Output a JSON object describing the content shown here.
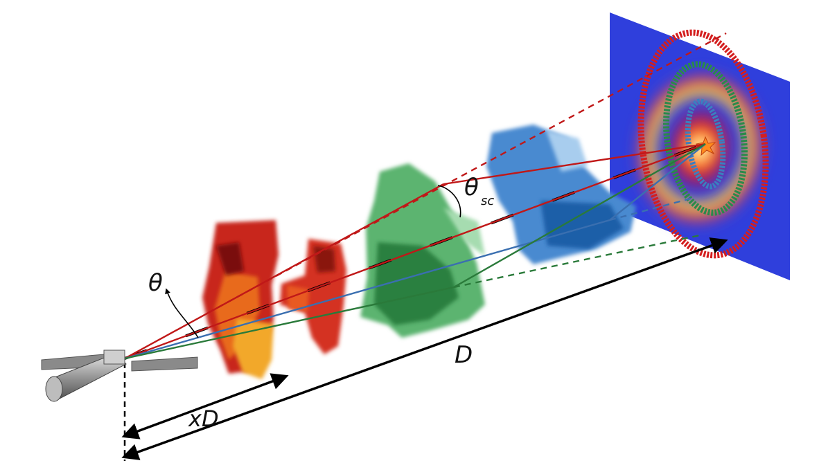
{
  "labels": {
    "theta": "θ",
    "theta_sc": "θ",
    "theta_sc_sub": "sc",
    "xD": "xD",
    "D": "D"
  },
  "colors": {
    "screen": "#2f3fdc",
    "red_ring": "#d41e1e",
    "green_ring": "#2a8a4a",
    "blue_ring": "#3a7fc0",
    "red_ray": "#c01818",
    "green_ray": "#2a7a3a",
    "blue_ray": "#3a6fb0",
    "dust_red": "#c8281c",
    "dust_orange": "#f0a020",
    "dust_green": "#3a9a50",
    "dust_blue": "#4a8ad0",
    "star": "#ff8a1e"
  },
  "icons": {
    "satellite": "telescope-satellite-icon",
    "source": "x-ray-source-star-icon"
  }
}
